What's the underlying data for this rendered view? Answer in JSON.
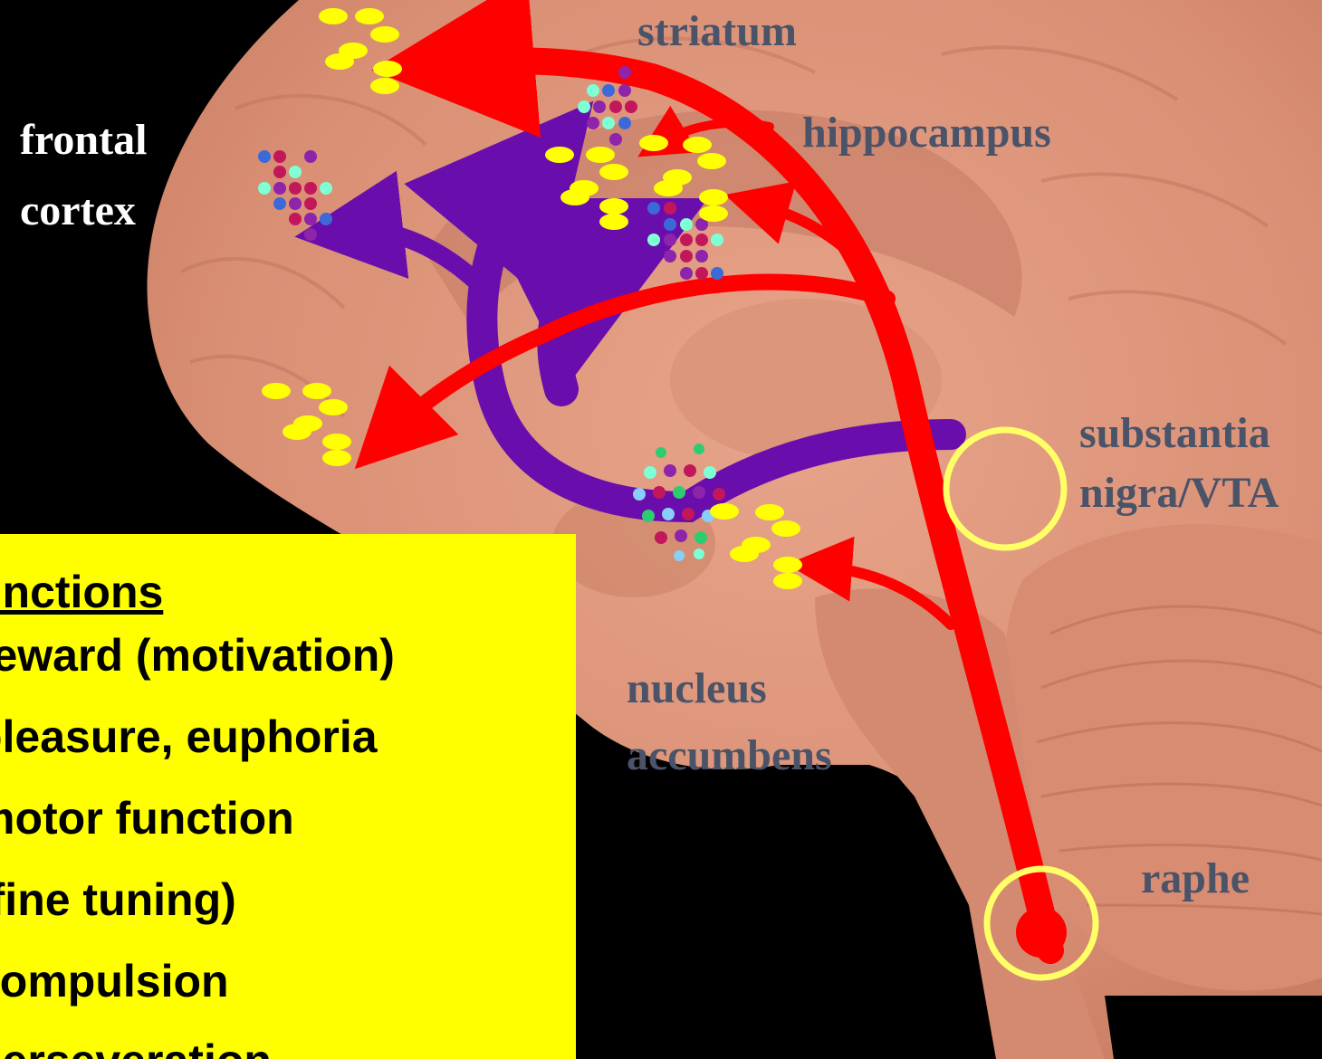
{
  "labels": {
    "striatum": "striatum",
    "hippocampus": "hippocampus",
    "frontal_cortex_line1": "frontal",
    "frontal_cortex_line2": "cortex",
    "substantia_nigra_line1": "substantia",
    "substantia_nigra_line2": "nigra/VTA",
    "nucleus_accumbens_line1": "nucleus",
    "nucleus_accumbens_line2": "accumbens",
    "raphe": "raphe"
  },
  "functions_box": {
    "heading": "unctions",
    "items": [
      "reward (motivation)",
      "pleasure, euphoria",
      "motor function",
      "(fine  tuning)",
      "compulsion",
      "perseveration"
    ]
  },
  "colors": {
    "background": "#000000",
    "brain": "#e0967c",
    "serotonin_pathway": "#ff0000",
    "dopamine_pathway": "#6a0dad",
    "functions_box": "#ffff00",
    "nucleus_ring": "#ffff66",
    "label_dark": "#4a5368",
    "label_light": "#ffffff"
  }
}
